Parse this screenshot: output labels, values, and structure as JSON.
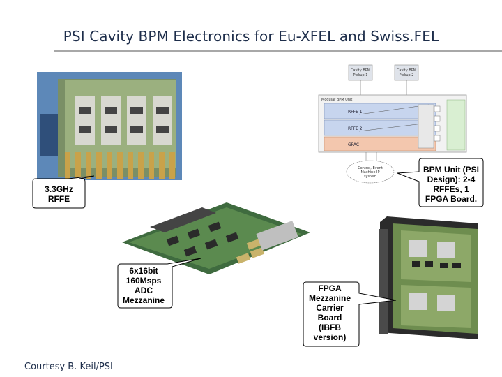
{
  "slide": {
    "title": "PSI Cavity BPM Electronics for Eu-XFEL and Swiss.FEL",
    "footer": "Courtesy B. Keil/PSI"
  },
  "callouts": {
    "rffe": [
      "3.3GHz",
      "RFFE"
    ],
    "bpm_unit": [
      "BPM Unit (PSI",
      "Design): 2-4",
      "RFFEs, 1",
      "FPGA Board."
    ],
    "adc": [
      "6x16bit",
      "160Msps",
      "ADC",
      "Mezzanine"
    ],
    "fpga": [
      "FPGA",
      "Mezzanine",
      "Carrier",
      "Board",
      "(IBFB",
      "version)"
    ]
  },
  "diagram": {
    "pickup1": [
      "Cavity BPM",
      "Pickup 1"
    ],
    "pickup2": [
      "Cavity BPM",
      "Pickup 2"
    ],
    "unit_title": "Modular BPM Unit",
    "rffe1": "RFFE 1",
    "rffe2": "RFFE 2",
    "gpac": "GPAC",
    "cloud": [
      "Control, Event",
      "Machine IP",
      "system"
    ]
  }
}
